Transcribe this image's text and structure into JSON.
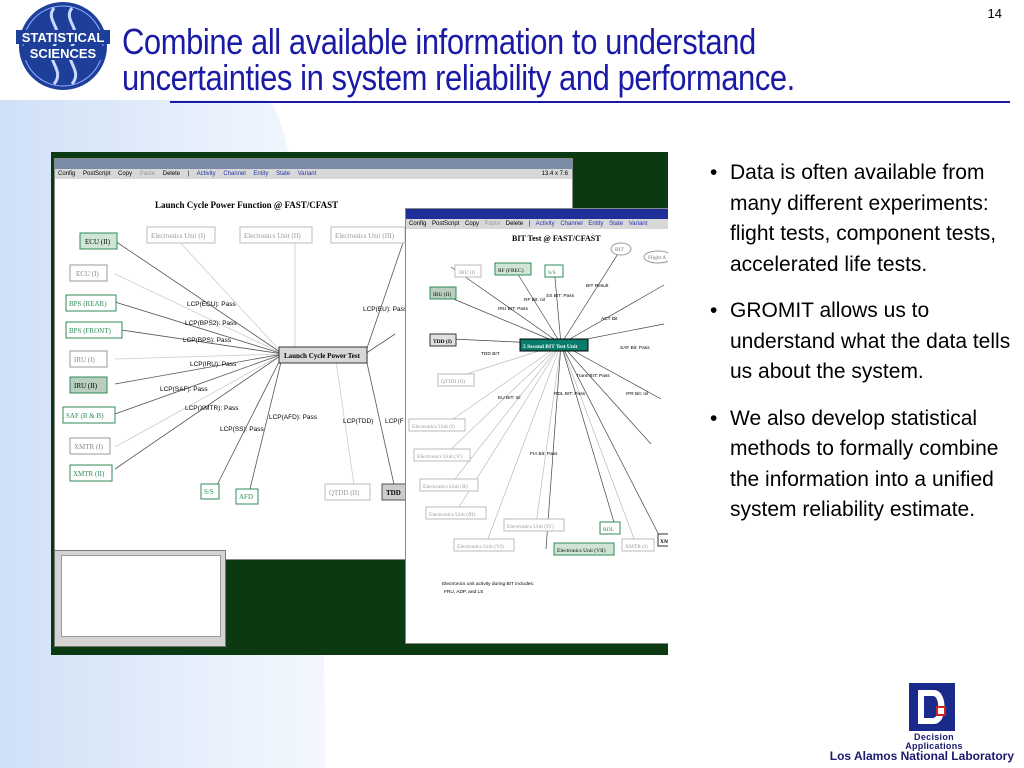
{
  "header": {
    "logo_text_1": "STATISTICAL",
    "logo_text_2": "SCIENCES",
    "title_line1": "Combine all available information to understand",
    "title_line2": "uncertainties in system reliability and performance.",
    "page_number": "14"
  },
  "screenshot": {
    "back_window": {
      "menu": [
        "Config",
        "PostScript",
        "Copy",
        "Paste",
        "Delete",
        "|",
        "Activity",
        "Channel",
        "Entity",
        "State",
        "Variant"
      ],
      "title": "Launch Cycle Power Function @ FAST/CFAST",
      "zoom": "13.4 x 7.6",
      "nodes": [
        "ECU (II)",
        "ECU (I)",
        "BPS (REAR)",
        "BPS (FRONT)",
        "IRU (I)",
        "IRU (II)",
        "SAF (R & B)",
        "XMTR (I)",
        "XMTR (II)",
        "S/S",
        "AFD",
        "QTDD (II)",
        "TDD",
        "Electronics Unit (I)",
        "Electronics Unit (II)",
        "Electronics Unit (III)",
        "Launch Cycle Power Test"
      ],
      "edge_labels": [
        "LCP(ECU): Pass",
        "LCP(BPS2): Pass",
        "LCP(BPS): Pass",
        "LCP(IRU): Pass",
        "LCP(SAF): Pass",
        "LCP(XMTR): Pass",
        "LCP(SS): Pass",
        "LCP(AFD): Pass",
        "LCP(TDD)",
        "LCP(F nil",
        "LCP(EU): Pass"
      ]
    },
    "front_window": {
      "menu": [
        "Config",
        "PostScript",
        "Copy",
        "Paste",
        "Delete",
        "|",
        "Activity",
        "Channel",
        "Entity",
        "State",
        "Variant"
      ],
      "title": "BIT Test @ FAST/CFAST",
      "nodes": [
        "IRU (I)",
        "RF (FREC)",
        "S/S",
        "IRU (II)",
        "TDD (I)",
        "QTDD (II)",
        "5 Second BIT Test Unit",
        "BIT",
        "Flight A",
        "Electronics Unit (I)",
        "Electronics Unit (V)",
        "Electronics Unit (II)",
        "Electronics Unit (III)",
        "Electronics Unit (IV)",
        "Electronics Unit (VI)",
        "Electronics Unit (VII)",
        "XMTR (I)",
        "RDL",
        "XM"
      ],
      "edge_labels": [
        "BIT Result",
        "SS BIT: Pass",
        "RF Bit: nil",
        "IRU BIT: Pass",
        "ACT Bit",
        "SAF Bit: Pass",
        "TDD BIT",
        "Trans BIT: Pass",
        "EU BIT: nil",
        "RDL BIT: Pass",
        "IFR Bit: nil",
        "FIA Bit: Pass"
      ],
      "note_line1": "Electronics unit activity during BIT includes:",
      "note_line2": "FRU, ADP, and LS"
    }
  },
  "bullets": [
    "Data is often available from many different experiments: flight tests, component tests, accelerated life tests.",
    "GROMIT allows us to understand what the data tells us about the system.",
    "We also develop statistical methods to formally combine the information into a unified system reliability estimate."
  ],
  "footer": {
    "da_line1": "Decision",
    "da_line2": "Applications",
    "lab": "Los Alamos National Laboratory"
  },
  "colors": {
    "title": "#1a1aa6",
    "screenshot_bg": "#0b3a12",
    "node_green": "#2e8b57",
    "node_gray": "#9a9a9a"
  }
}
